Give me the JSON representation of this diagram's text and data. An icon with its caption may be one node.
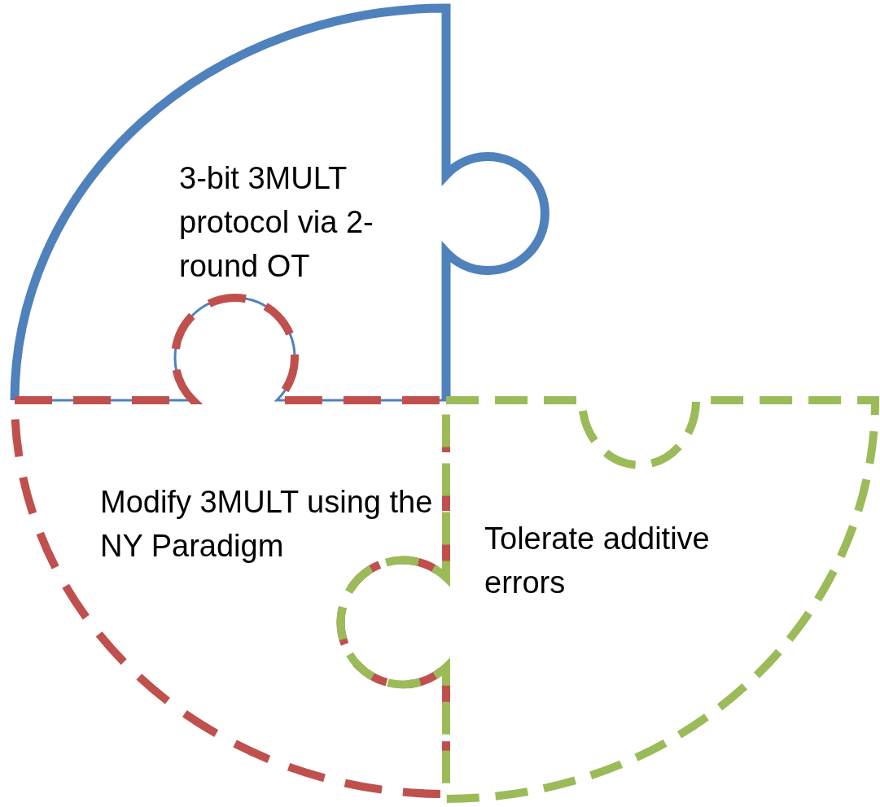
{
  "diagram": {
    "nodes": [
      {
        "text": [
          "3-bit 3MULT protocol via 2-round OT"
        ]
      },
      {
        "text": [
          "Modify 3MULT using the NY Paradigm"
        ]
      },
      {
        "text": [
          "Tolerate additive errors"
        ]
      }
    ]
  }
}
